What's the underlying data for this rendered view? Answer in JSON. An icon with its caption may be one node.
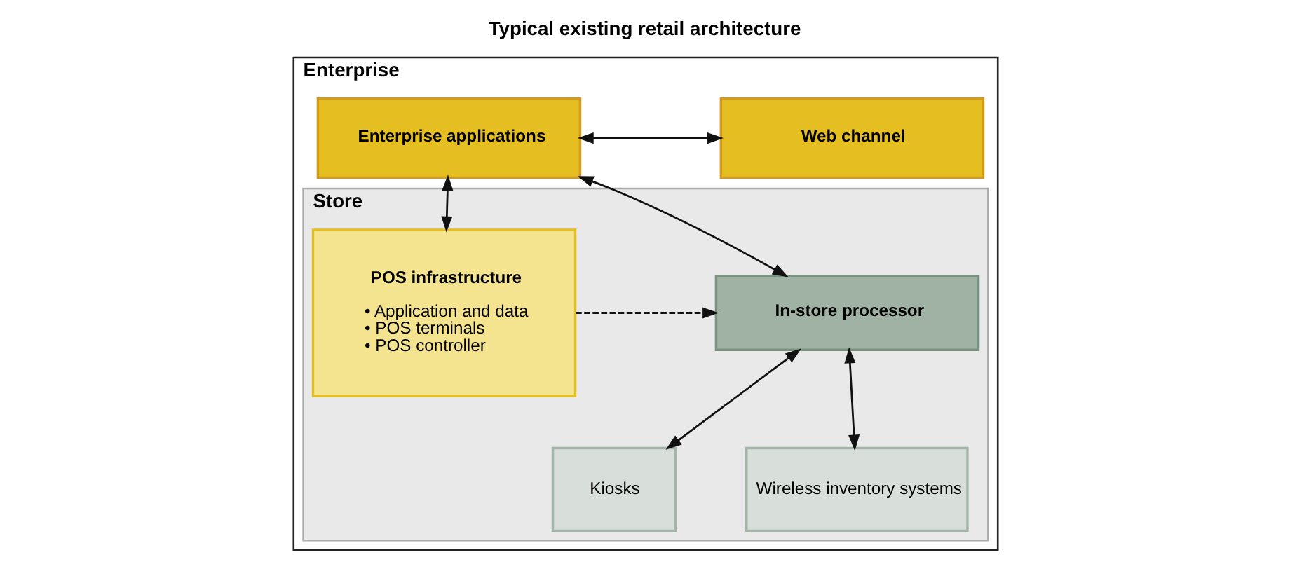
{
  "diagram": {
    "title": "Typical existing retail architecture",
    "nodes": [
      {
        "text": [
          "Enterprise"
        ]
      },
      {
        "text": [
          "Enterprise applications"
        ],
        "in": 0
      },
      {
        "text": [
          "Web channel"
        ],
        "in": 0
      },
      {
        "text": [
          "Store"
        ],
        "in": 0
      },
      {
        "text": [
          "In-store processor"
        ],
        "in": 3
      },
      {
        "text": [
          "POS infrastructure",
          "• Application and data",
          "• POS terminals",
          "• POS controller"
        ],
        "in": 3
      },
      {
        "text": [
          "Kiosks"
        ],
        "in": 3
      },
      {
        "text": [
          "Wireless inventory systems"
        ],
        "in": 3
      }
    ],
    "edges": [
      {
        "from": 1,
        "to": 2,
        "arrow": "both"
      },
      {
        "from": 1,
        "to": 4,
        "arrow": "both"
      },
      {
        "from": 1,
        "to": 5,
        "arrow": "both"
      },
      {
        "from": 5,
        "to": 4,
        "arrow": "to",
        "style": "dashed"
      },
      {
        "from": 4,
        "to": 6,
        "arrow": "both"
      },
      {
        "from": 4,
        "to": 7,
        "arrow": "both"
      }
    ]
  }
}
